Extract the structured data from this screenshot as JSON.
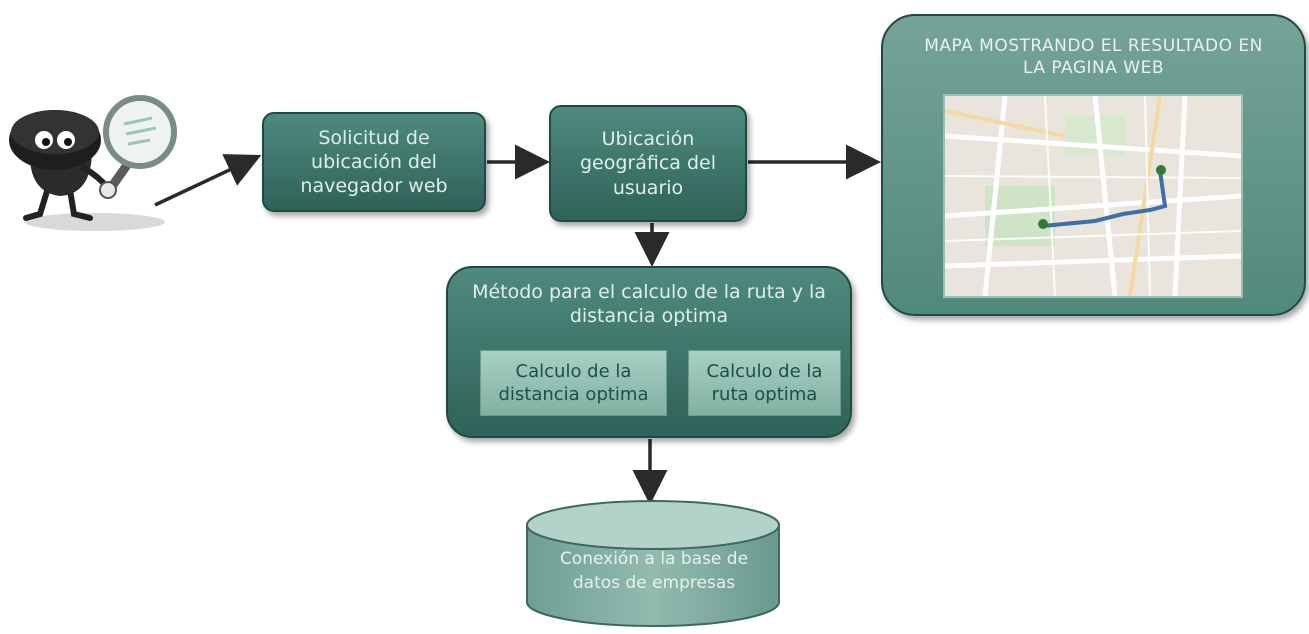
{
  "nodes": {
    "solicitud": {
      "lines": [
        "Solicitud de",
        "ubicación del",
        "navegador web"
      ]
    },
    "ubicacion": {
      "lines": [
        "Ubicación",
        "geográfica del",
        "usuario"
      ]
    },
    "mapa": {
      "lines": [
        "MAPA MOSTRANDO EL RESULTADO EN",
        "LA PAGINA WEB"
      ]
    },
    "metodo": {
      "lines": [
        "Método para el calculo de la ruta y la",
        "distancia optima"
      ],
      "sub1": {
        "lines": [
          "Calculo de la",
          "distancia optima"
        ]
      },
      "sub2": {
        "lines": [
          "Calculo de la",
          "ruta optima"
        ]
      }
    },
    "database": {
      "lines": [
        "Conexión a la base de",
        "datos de empresas"
      ]
    }
  },
  "icons": {
    "user": "magnifier-mascot-icon",
    "map": "street-map-image"
  },
  "colors": {
    "box_dark": "#3d7468",
    "box_light": "#5d9386",
    "sub_box": "#9cc4b8",
    "arrow": "#2a2a2a"
  }
}
